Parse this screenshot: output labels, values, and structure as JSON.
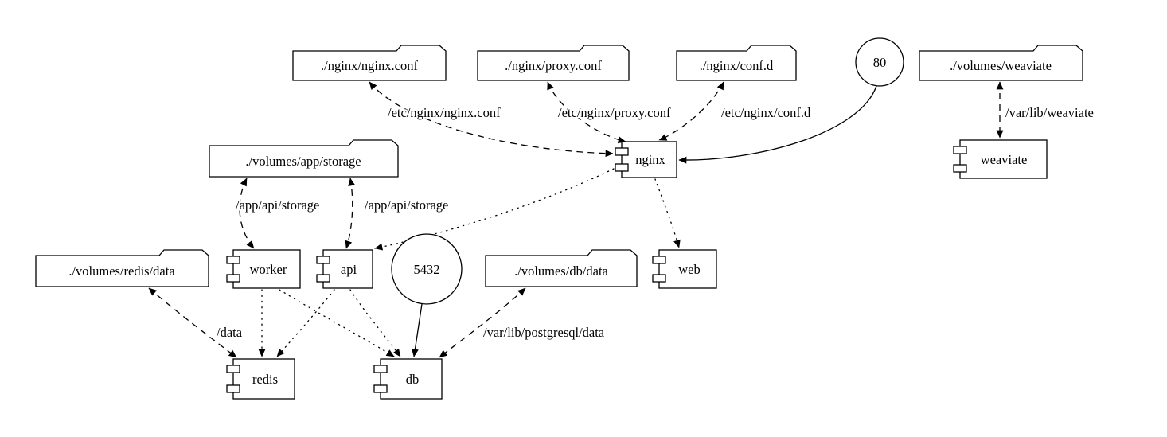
{
  "diagram": {
    "background": "#ffffff",
    "stroke_color": "#000000",
    "nodes": {
      "nginx_conf": {
        "label": "./nginx/nginx.conf",
        "type": "folder"
      },
      "proxy_conf": {
        "label": "./nginx/proxy.conf",
        "type": "folder"
      },
      "conf_d": {
        "label": "./nginx/conf.d",
        "type": "folder"
      },
      "port_80": {
        "label": "80",
        "type": "circle"
      },
      "volumes_weaviate": {
        "label": "./volumes/weaviate",
        "type": "folder"
      },
      "volumes_app_storage": {
        "label": "./volumes/app/storage",
        "type": "folder"
      },
      "nginx": {
        "label": "nginx",
        "type": "component"
      },
      "weaviate": {
        "label": "weaviate",
        "type": "component"
      },
      "volumes_redis_data": {
        "label": "./volumes/redis/data",
        "type": "folder"
      },
      "worker": {
        "label": "worker",
        "type": "component"
      },
      "api": {
        "label": "api",
        "type": "component"
      },
      "port_5432": {
        "label": "5432",
        "type": "circle"
      },
      "volumes_db_data": {
        "label": "./volumes/db/data",
        "type": "folder"
      },
      "web": {
        "label": "web",
        "type": "component"
      },
      "redis": {
        "label": "redis",
        "type": "component"
      },
      "db": {
        "label": "db",
        "type": "component"
      }
    },
    "edges": [
      {
        "from": "nginx",
        "to": "./nginx/nginx.conf",
        "style": "dashed-bidirectional",
        "label": "/etc/nginx/nginx.conf"
      },
      {
        "from": "nginx",
        "to": "./nginx/proxy.conf",
        "style": "dashed-bidirectional",
        "label": "/etc/nginx/proxy.conf"
      },
      {
        "from": "nginx",
        "to": "./nginx/conf.d",
        "style": "dashed-bidirectional",
        "label": "/etc/nginx/conf.d"
      },
      {
        "from": "80",
        "to": "nginx",
        "style": "solid",
        "label": ""
      },
      {
        "from": "weaviate",
        "to": "./volumes/weaviate",
        "style": "dashed-bidirectional",
        "label": "/var/lib/weaviate"
      },
      {
        "from": "worker",
        "to": "./volumes/app/storage",
        "style": "dashed-bidirectional",
        "label": "/app/api/storage"
      },
      {
        "from": "api",
        "to": "./volumes/app/storage",
        "style": "dashed-bidirectional",
        "label": "/app/api/storage"
      },
      {
        "from": "nginx",
        "to": "api",
        "style": "dotted",
        "label": ""
      },
      {
        "from": "nginx",
        "to": "web",
        "style": "dotted",
        "label": ""
      },
      {
        "from": "worker",
        "to": "redis",
        "style": "dotted",
        "label": ""
      },
      {
        "from": "worker",
        "to": "db",
        "style": "dotted",
        "label": ""
      },
      {
        "from": "api",
        "to": "redis",
        "style": "dotted",
        "label": ""
      },
      {
        "from": "api",
        "to": "db",
        "style": "dotted",
        "label": ""
      },
      {
        "from": "redis",
        "to": "./volumes/redis/data",
        "style": "dashed-bidirectional",
        "label": "/data"
      },
      {
        "from": "db",
        "to": "./volumes/db/data",
        "style": "dashed-bidirectional",
        "label": "/var/lib/postgresql/data"
      },
      {
        "from": "5432",
        "to": "db",
        "style": "solid",
        "label": ""
      }
    ]
  }
}
